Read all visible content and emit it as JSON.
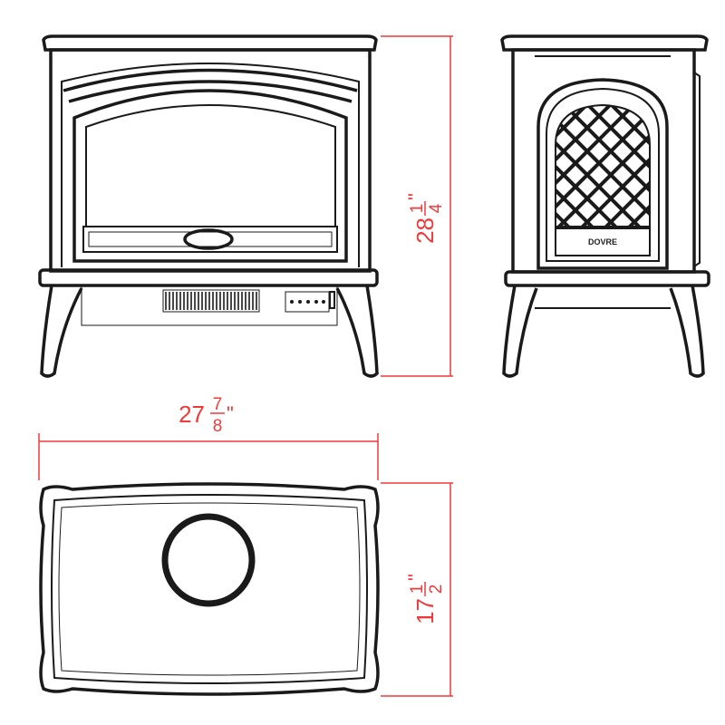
{
  "drawing": {
    "front_view": {
      "logo_text": ""
    },
    "side_view": {
      "logo_text": "DOVRE"
    },
    "dimensions": {
      "height": {
        "whole": "28",
        "numerator": "1",
        "denominator": "4",
        "unit": "\""
      },
      "width": {
        "whole": "27",
        "numerator": "7",
        "denominator": "8",
        "unit": "\""
      },
      "depth": {
        "whole": "17",
        "numerator": "1",
        "denominator": "2",
        "unit": "\""
      }
    },
    "colors": {
      "dimension": "#f03a3a",
      "line": "#1a1a1a"
    }
  }
}
